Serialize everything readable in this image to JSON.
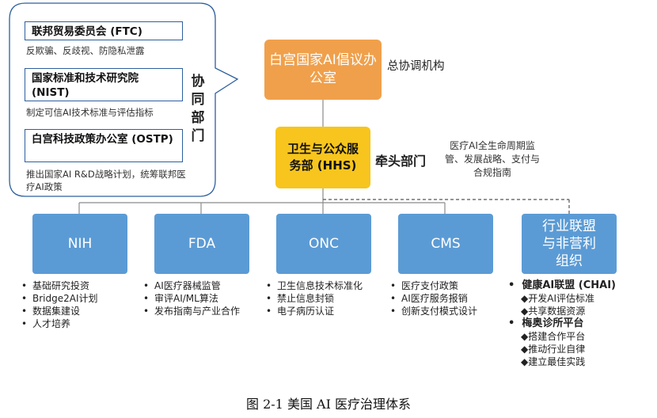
{
  "coordinating": {
    "title": "白宫国家AI倡议办公室",
    "role": "总协调机构"
  },
  "lead": {
    "title": "卫生与公众服务部 (HHS)",
    "role": "牵头部门",
    "description": "医疗AI全生命周期监管、发展战略、支付与合规指南"
  },
  "collaborating": {
    "label": "协同部门",
    "agencies": [
      {
        "name": "联邦贸易委员会 (FTC)",
        "desc": "反欺骗、反歧视、防隐私泄露"
      },
      {
        "name": "国家标准和技术研究院 (NIST)",
        "desc": "制定可信AI技术标准与评估指标"
      },
      {
        "name": "白宫科技政策办公室 (OSTP)",
        "desc": "推出国家AI R&D战略计划，统筹联邦医疗AI政策"
      }
    ]
  },
  "departments": [
    {
      "name": "NIH",
      "items": [
        "基础研究投资",
        "Bridge2AI计划",
        "数据集建设",
        "人才培养"
      ]
    },
    {
      "name": "FDA",
      "items": [
        "AI医疗器械监管",
        "审评AI/ML算法",
        "发布指南与产业合作"
      ]
    },
    {
      "name": "ONC",
      "items": [
        "卫生信息技术标准化",
        "禁止信息封锁",
        "电子病历认证"
      ]
    },
    {
      "name": "CMS",
      "items": [
        "医疗支付政策",
        "AI医疗服务报销",
        "创新支付模式设计"
      ]
    }
  ],
  "industry": {
    "name": "行业联盟与非营利组织",
    "groups": [
      {
        "name": "健康AI联盟 (CHAI)",
        "items": [
          "开发AI评估标准",
          "共享数据资源"
        ]
      },
      {
        "name": "梅奥诊所平台",
        "items": [
          "搭建合作平台",
          "推动行业自律",
          "建立最佳实践"
        ]
      }
    ]
  },
  "caption": "图 2-1 美国 AI 医疗治理体系",
  "colors": {
    "orange": "#f0a04b",
    "gold": "#f7c51d",
    "blue": "#5b9bd5",
    "outline": "#2d5f9e"
  }
}
